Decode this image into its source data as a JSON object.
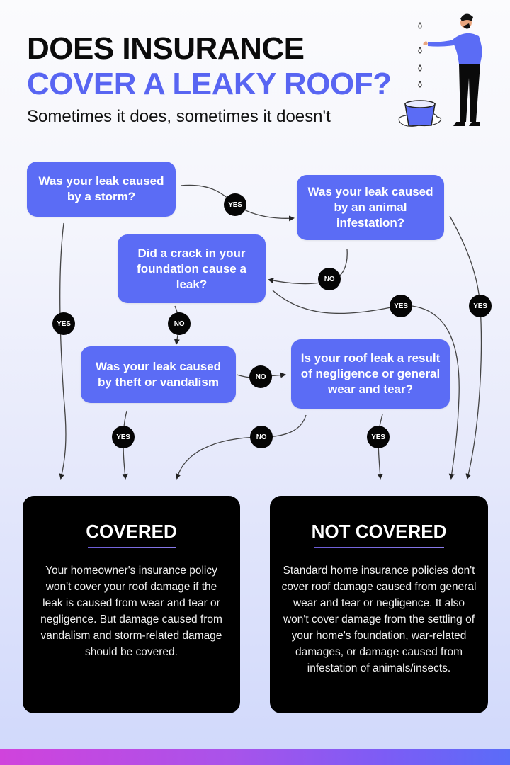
{
  "header": {
    "title_line1": "DOES INSURANCE",
    "title_line2": "COVER A LEAKY ROOF?",
    "subtitle": "Sometimes it does, sometimes it doesn't",
    "illustration": "man-with-bucket-catching-roof-leak-icon"
  },
  "colors": {
    "accent_blue": "#5b6cf5",
    "title_blue": "#5865f2",
    "badge_black": "#050505",
    "result_box": "#000000",
    "bottom_gradient": [
      "#d043dc",
      "#5a6cf8"
    ]
  },
  "flowchart": {
    "questions": [
      {
        "id": "storm",
        "text": "Was your leak caused by a storm?"
      },
      {
        "id": "animal",
        "text": "Was your leak caused by an animal infestation?"
      },
      {
        "id": "foundation",
        "text": "Did a crack in your foundation cause a leak?"
      },
      {
        "id": "theft",
        "text": "Was your leak caused by theft or vandalism"
      },
      {
        "id": "negligence",
        "text": "Is your roof leak a result of negligence or general wear and tear?"
      }
    ],
    "badges": {
      "storm_yes_to_animal": "YES",
      "storm_yes_to_covered": "YES",
      "animal_no_to_foundation": "NO",
      "animal_yes_to_not_covered": "YES",
      "foundation_yes_to_not_covered": "YES",
      "foundation_no_to_theft": "NO",
      "theft_no_to_negligence": "NO",
      "theft_yes_to_covered": "YES",
      "negligence_no_to_covered": "NO",
      "negligence_yes_to_not_covered": "YES"
    }
  },
  "results": {
    "covered": {
      "title": "COVERED",
      "body": "Your homeowner's insurance policy won't cover your roof damage if the leak is caused from wear and tear or negligence. But damage caused from vandalism and storm-related damage should be covered."
    },
    "not_covered": {
      "title": "NOT COVERED",
      "body": "Standard home insurance policies don't cover roof damage caused from general wear and tear or negligence. It also won't cover damage from the settling of your home's foundation, war-related damages, or damage caused from infestation of animals/insects."
    }
  }
}
